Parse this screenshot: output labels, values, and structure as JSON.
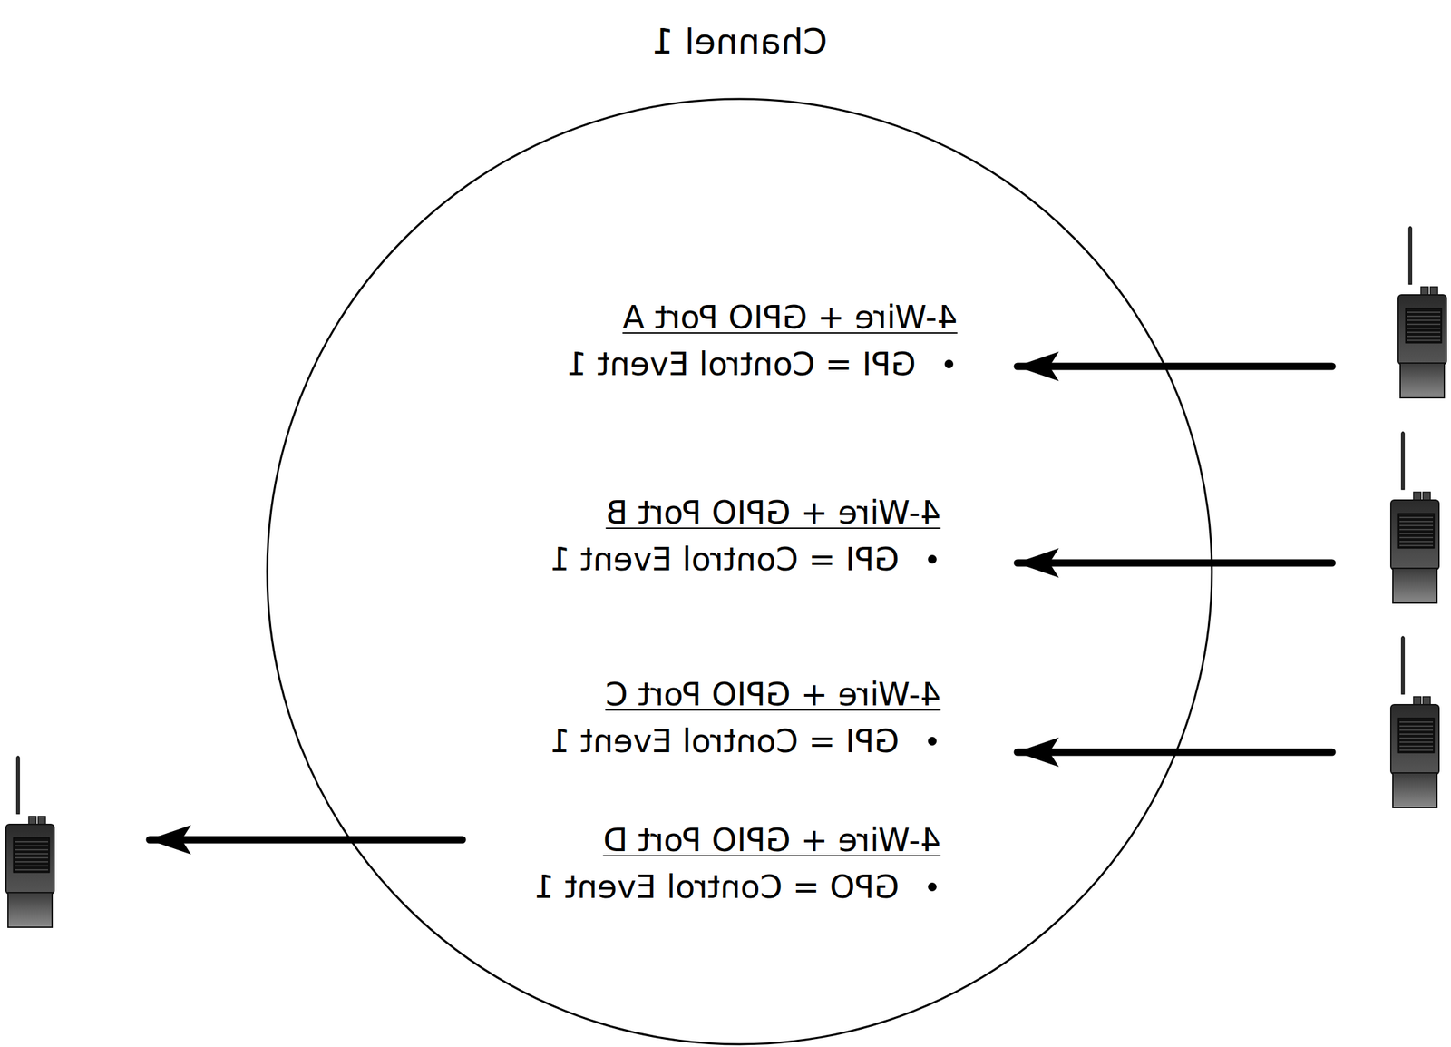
{
  "diagram": {
    "nodes": [
      {
        "text": [
          "Channel 1"
        ]
      },
      {
        "text": [
          "4-Wire + GPIO Port A",
          "GPI = Control Event 1"
        ],
        "in": 0
      },
      {
        "text": [
          "4-Wire + GPIO Port B",
          "GPI = Control Event 1"
        ],
        "in": 0
      },
      {
        "text": [
          "4-Wire + GPIO Port C",
          "GPI = Control Event 1"
        ],
        "in": 0
      },
      {
        "text": [
          "4-Wire + GPIO Port D",
          "GPO = Control Event 1"
        ],
        "in": 0
      }
    ]
  }
}
